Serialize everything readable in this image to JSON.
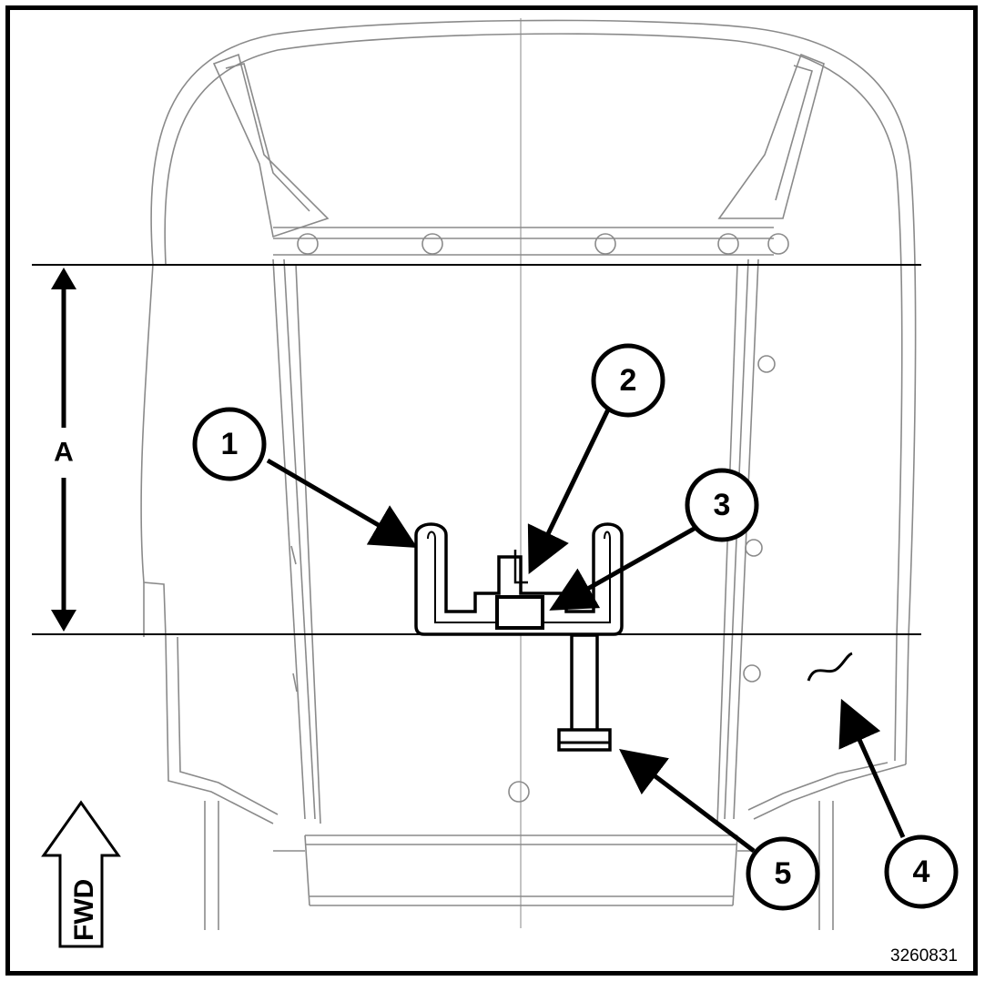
{
  "callouts": {
    "c1": "1",
    "c2": "2",
    "c3": "3",
    "c4": "4",
    "c5": "5"
  },
  "dimension": {
    "label": "A"
  },
  "fwd_label": "FWD",
  "figure_number": "3260831"
}
